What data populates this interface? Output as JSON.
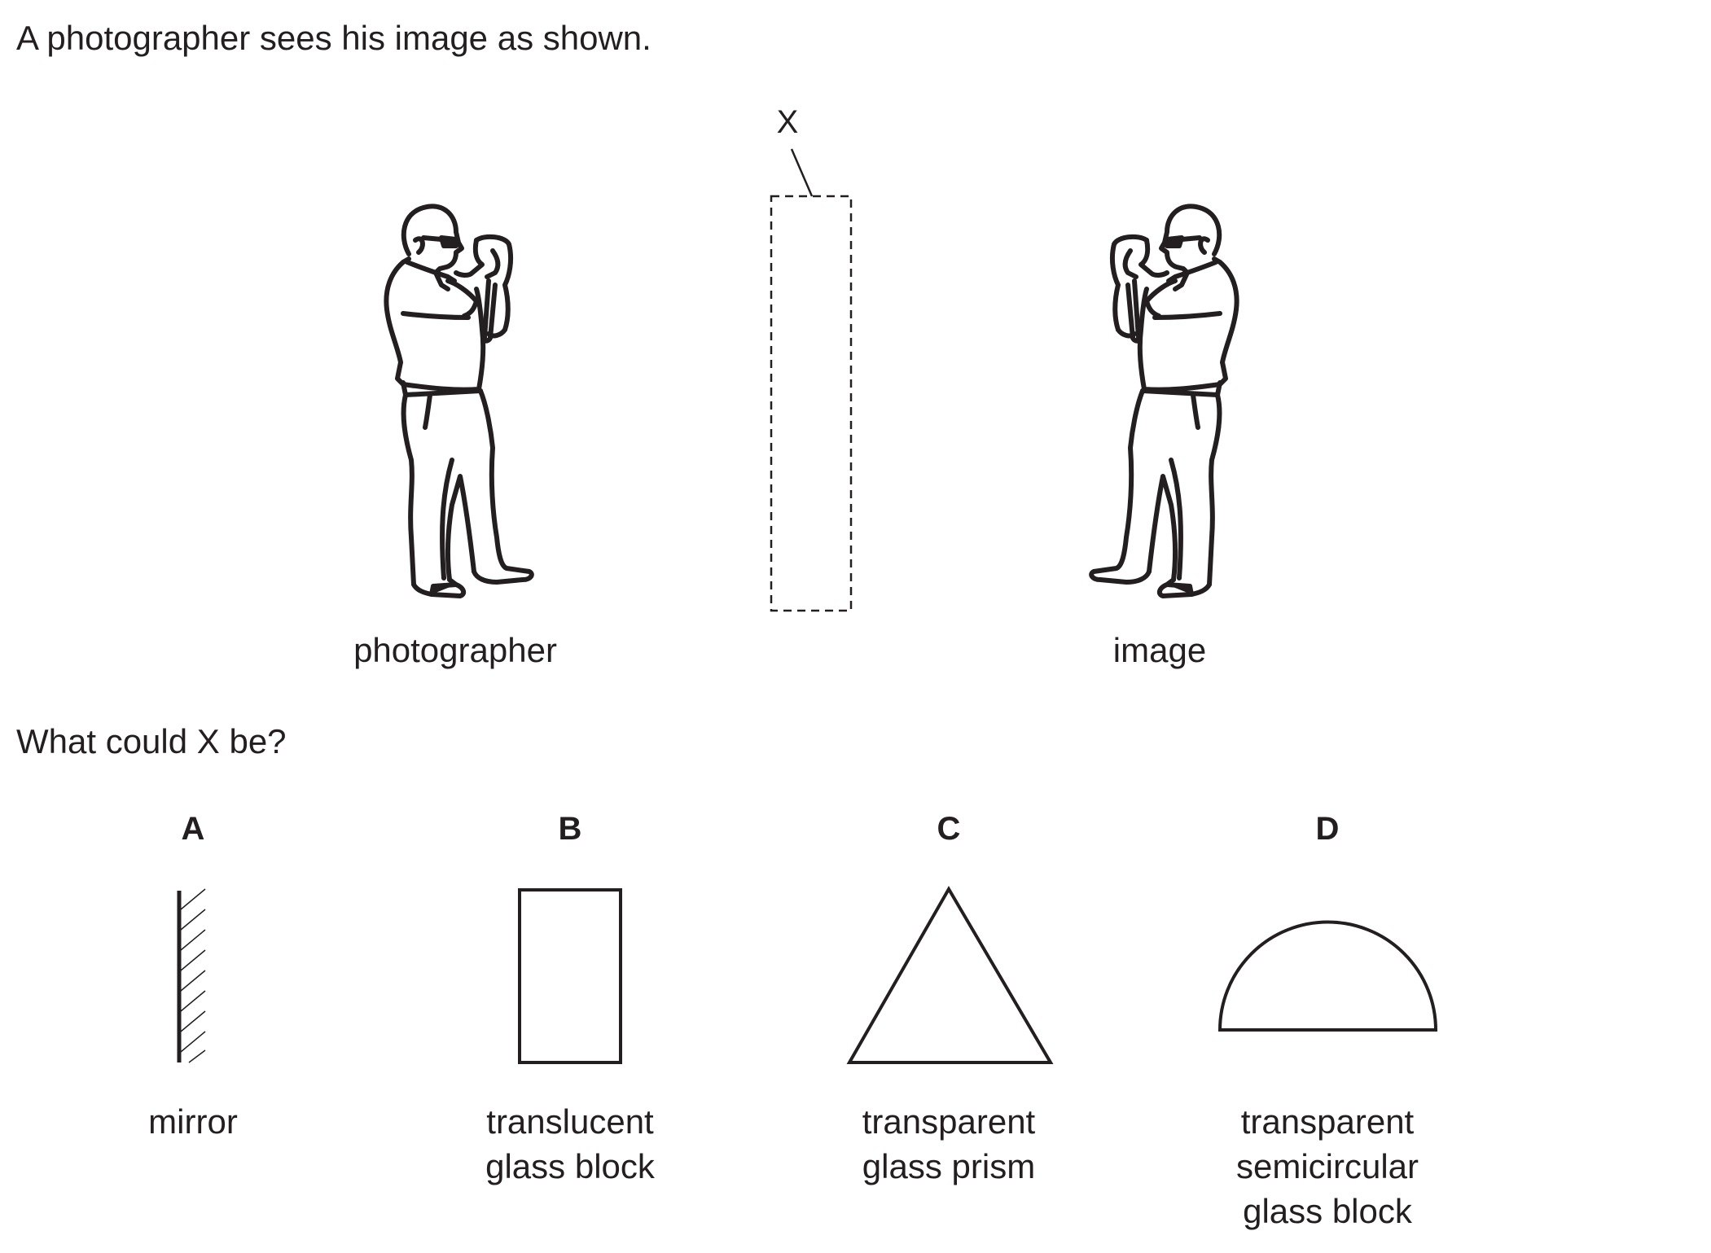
{
  "question": {
    "intro": "A photographer sees his image as shown.",
    "object_label": "X",
    "figure_labels": {
      "photographer": "photographer",
      "image": "image"
    },
    "prompt": "What could X be?"
  },
  "options": [
    {
      "letter": "A",
      "lines": [
        "mirror"
      ],
      "shape": "mirror"
    },
    {
      "letter": "B",
      "lines": [
        "translucent",
        "glass block"
      ],
      "shape": "rectangle"
    },
    {
      "letter": "C",
      "lines": [
        "transparent",
        "glass prism"
      ],
      "shape": "triangle"
    },
    {
      "letter": "D",
      "lines": [
        "transparent",
        "semicircular",
        "glass block"
      ],
      "shape": "semicircle"
    }
  ],
  "colors": {
    "ink": "#231f20",
    "background": "#ffffff"
  }
}
